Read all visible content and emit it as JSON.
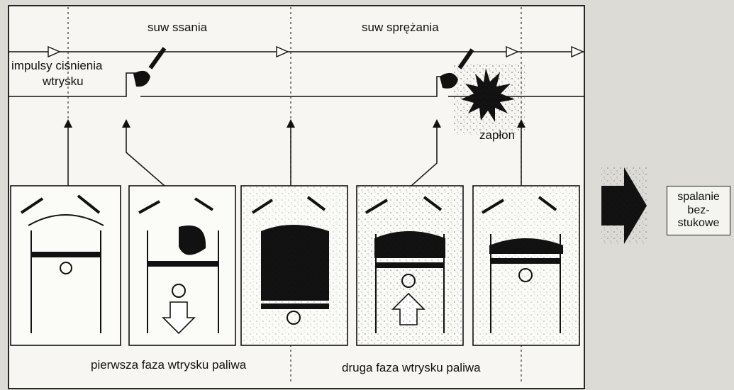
{
  "labels": {
    "suw_ssania": "suw ssania",
    "suw_sprezania": "suw sprężania",
    "impulsy_line1": "impulsy ciśnienia",
    "impulsy_line2": "wtrysku",
    "zaplon": "zapłon",
    "spalanie": "spalanie\nbez-\nstukowe",
    "pierwsza_faza": "pierwsza faza wtrysku paliwa",
    "druga_faza": "druga faza wtrysku paliwa"
  },
  "engine_states": [
    "cylinder-empty",
    "first-injection-intake-down",
    "cylinder-filled",
    "second-injection-compression-up",
    "ignition"
  ]
}
